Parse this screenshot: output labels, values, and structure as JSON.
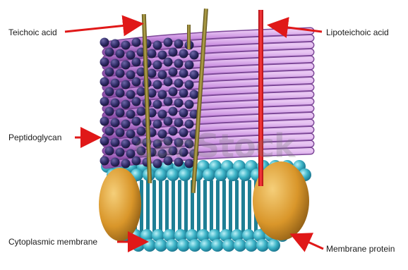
{
  "labels": {
    "teichoic_acid": "Teichoic acid",
    "lipoteichoic_acid": "Lipoteichoic acid",
    "peptidoglycan": "Peptidoglycan",
    "cytoplasmic_membrane": "Cytoplasmic membrane",
    "membrane_protein": "Membrane protein"
  },
  "watermark": "canStock",
  "colors": {
    "arrow": "#e01818",
    "fiber": "#c98ee0",
    "fiber_dark": "#8e52ab",
    "bead": "#2f2a66",
    "membrane_head": "#3fb6c9",
    "membrane_tail": "#1f7f95",
    "protein": "#d9962a",
    "teichoic": "#8a7a2e",
    "lipoteichoic": "#e8191f"
  },
  "icons": {
    "arrow": "red-arrow-icon",
    "watermark_logo": "canstock-logo-icon"
  }
}
